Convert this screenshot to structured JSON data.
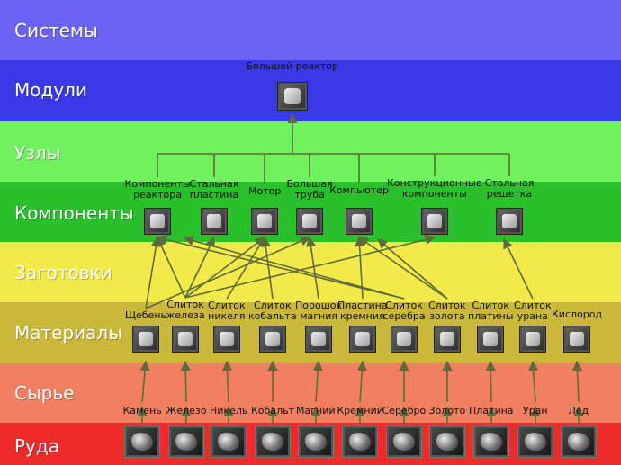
{
  "bands": [
    {
      "key": "sistemy",
      "label": "Системы",
      "color": "#6b63f5"
    },
    {
      "key": "moduli",
      "label": "Модули",
      "color": "#3a39e8"
    },
    {
      "key": "uzly",
      "label": "Узлы",
      "color": "#70f25e"
    },
    {
      "key": "komponenty",
      "label": "Компоненты",
      "color": "#2ac02b"
    },
    {
      "key": "zagotovki",
      "label": "Заготовки",
      "color": "#f2ea4a"
    },
    {
      "key": "materialy",
      "label": "Материалы",
      "color": "#c9b83a"
    },
    {
      "key": "syrie",
      "label": "Сырье",
      "color": "#f28060"
    },
    {
      "key": "ruda",
      "label": "Руда",
      "color": "#ee2b2b"
    }
  ],
  "module": {
    "label": "Большой реактор",
    "icon": "reactor-icon"
  },
  "components": [
    {
      "label": "Компоненты\nреактора",
      "icon": "reactor-components-icon"
    },
    {
      "label": "Стальная\nпластина",
      "icon": "steel-plate-icon"
    },
    {
      "label": "Мотор",
      "icon": "motor-icon"
    },
    {
      "label": "Большая\nтруба",
      "icon": "large-tube-icon"
    },
    {
      "label": "Компьютер",
      "icon": "computer-icon"
    },
    {
      "label": "Конструкционные\nкомпоненты",
      "icon": "construction-components-icon"
    },
    {
      "label": "Стальная\nрешетка",
      "icon": "steel-grid-icon"
    }
  ],
  "materials": [
    {
      "label": "Щебень",
      "icon": "gravel-icon"
    },
    {
      "label": "Слиток\nжелеза",
      "icon": "iron-ingot-icon"
    },
    {
      "label": "Слиток\nникеля",
      "icon": "nickel-ingot-icon"
    },
    {
      "label": "Слиток\nкобальта",
      "icon": "cobalt-ingot-icon"
    },
    {
      "label": "Порошок\nмагния",
      "icon": "magnesium-powder-icon"
    },
    {
      "label": "Пластина\nкремния",
      "icon": "silicon-wafer-icon"
    },
    {
      "label": "Слиток\nсеребра",
      "icon": "silver-ingot-icon"
    },
    {
      "label": "Слиток\nзолота",
      "icon": "gold-ingot-icon"
    },
    {
      "label": "Слиток\nплатины",
      "icon": "platinum-ingot-icon"
    },
    {
      "label": "Слиток\nурана",
      "icon": "uranium-ingot-icon"
    },
    {
      "label": "Кислород",
      "icon": "oxygen-icon"
    }
  ],
  "raw": [
    "Камень",
    "Железо",
    "Никель",
    "Кобальт",
    "Магний",
    "Кремний",
    "Серебро",
    "Золото",
    "Платина",
    "Уран",
    "Лед"
  ],
  "ores": [
    "stone-ore-icon",
    "iron-ore-icon",
    "nickel-ore-icon",
    "cobalt-ore-icon",
    "magnesium-ore-icon",
    "silicon-ore-icon",
    "silver-ore-icon",
    "gold-ore-icon",
    "platinum-ore-icon",
    "uranium-ore-icon",
    "ice-ore-icon"
  ],
  "links": [
    {
      "from": "material",
      "fi": 0,
      "to": "component",
      "ti": 0
    },
    {
      "from": "material",
      "fi": 0,
      "to": "component",
      "ti": 3
    },
    {
      "from": "material",
      "fi": 1,
      "to": "component",
      "ti": 0
    },
    {
      "from": "material",
      "fi": 1,
      "to": "component",
      "ti": 1
    },
    {
      "from": "material",
      "fi": 1,
      "to": "component",
      "ti": 2
    },
    {
      "from": "material",
      "fi": 1,
      "to": "component",
      "ti": 5
    },
    {
      "from": "material",
      "fi": 2,
      "to": "component",
      "ti": 2
    },
    {
      "from": "material",
      "fi": 3,
      "to": "component",
      "ti": 2
    },
    {
      "from": "material",
      "fi": 4,
      "to": "component",
      "ti": 3
    },
    {
      "from": "material",
      "fi": 5,
      "to": "component",
      "ti": 4
    },
    {
      "from": "material",
      "fi": 6,
      "to": "component",
      "ti": 0
    },
    {
      "from": "material",
      "fi": 7,
      "to": "component",
      "ti": 4
    }
  ],
  "arrow_color": "#5d6b3a"
}
